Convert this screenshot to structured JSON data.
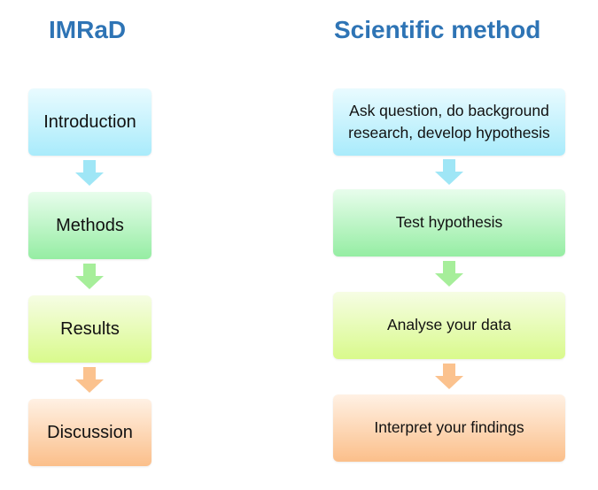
{
  "imrad": {
    "title": "IMRaD",
    "steps": [
      "Introduction",
      "Methods",
      "Results",
      "Discussion"
    ]
  },
  "scientific_method": {
    "title": "Scientific method",
    "steps": [
      "Ask question, do background research, develop hypothesis",
      "Test hypothesis",
      "Analyse your data",
      "Interpret your findings"
    ]
  },
  "colors": {
    "title": "#2e74b5",
    "step_1": "#a9ebfb",
    "step_2": "#95eda3",
    "step_3": "#d9fa8c",
    "step_4": "#fbbf8a",
    "arrow_1": "#9fe6f6",
    "arrow_2": "#a6ee9a",
    "arrow_3": "#fbc28e"
  }
}
